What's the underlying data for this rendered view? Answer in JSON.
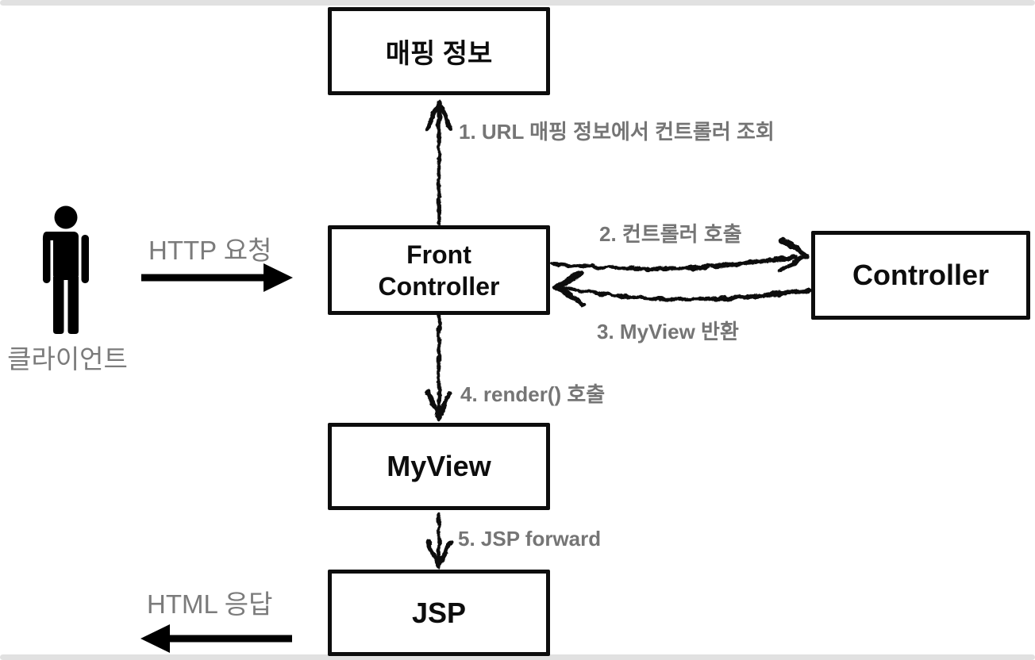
{
  "nodes": {
    "mapping_info": {
      "label": "매핑 정보"
    },
    "front_controller": {
      "label": "Front\nController"
    },
    "controller": {
      "label": "Controller"
    },
    "my_view": {
      "label": "MyView"
    },
    "jsp": {
      "label": "JSP"
    }
  },
  "actor": {
    "label": "클라이언트"
  },
  "edges": {
    "http_request": {
      "label": "HTTP 요청"
    },
    "step1": {
      "label": "1. URL 매핑 정보에서 컨트롤러 조회"
    },
    "step2": {
      "label": "2. 컨트롤러 호출"
    },
    "step3": {
      "label": "3. MyView 반환"
    },
    "step4": {
      "label": "4. render() 호출"
    },
    "step5": {
      "label": "5. JSP forward"
    },
    "html_response": {
      "label": "HTML 응답"
    }
  },
  "colors": {
    "box_border": "#0d0d0d",
    "box_text": "#0d0d0d",
    "step_label_gray": "#757575",
    "io_label_gray": "#7b7b7b",
    "arrow_black": "#0d0d0d",
    "frame_gray": "#e1e1e1",
    "background": "#ffffff"
  }
}
